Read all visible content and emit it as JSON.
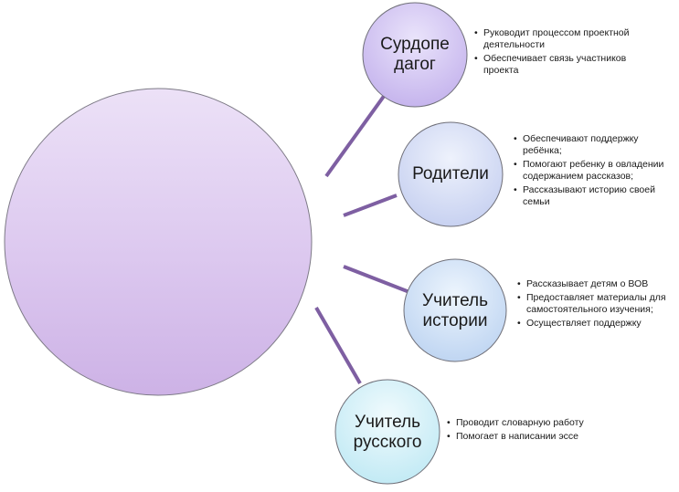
{
  "colors": {
    "center_fill": "#dcc8ef",
    "node_fill_violet": "#c7b6ee",
    "node_fill_blue": "#c3d9f2",
    "node_fill_cyan": "#c6edf4",
    "connector": "#7e5fa2",
    "stroke": "#6f6f78"
  },
  "nodes": [
    {
      "label": "Сурдопе\nдагог",
      "bullets": [
        "Руководит процессом проектной деятельности",
        "Обеспечивает связь участников проекта"
      ]
    },
    {
      "label": "Родители",
      "bullets": [
        "Обеспечивают поддержку ребёнка;",
        "Помогают ребенку в овладении содержанием рассказов;",
        "Рассказывают историю своей семьи"
      ]
    },
    {
      "label": "Учитель\nистории",
      "bullets": [
        "Рассказывает детям о ВОВ",
        "Предоставляет материалы для самостоятельного изучения;",
        "Осуществляет поддержку"
      ]
    },
    {
      "label": "Учитель\nрусского",
      "bullets": [
        "Проводит словарную работу",
        "Помогает в написании эссе"
      ]
    }
  ]
}
